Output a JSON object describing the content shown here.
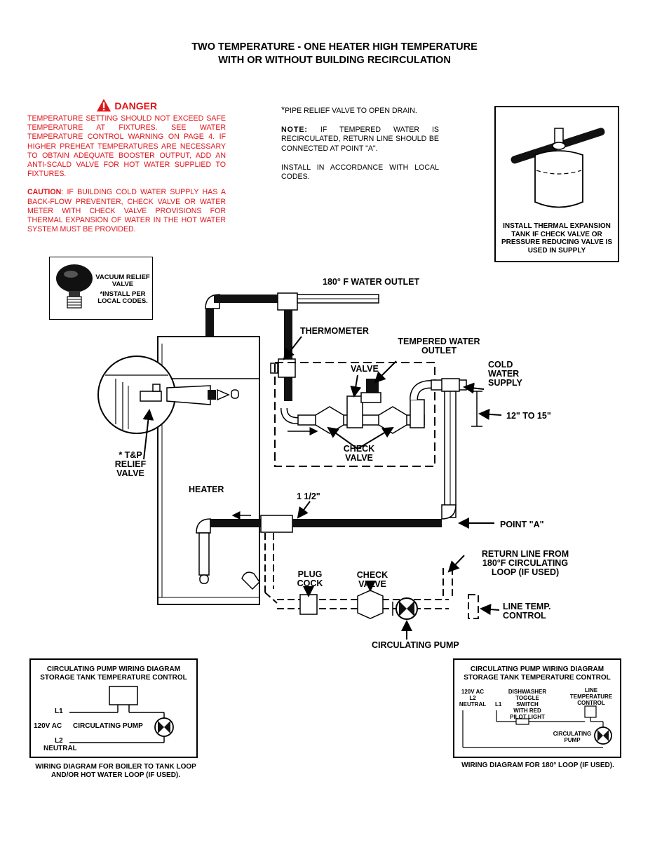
{
  "title": {
    "line1": "TWO TEMPERATURE - ONE HEATER HIGH TEMPERATURE",
    "line2": "WITH OR WITHOUT BUILDING RECIRCULATION"
  },
  "danger": {
    "heading": "DANGER",
    "body": "TEMPERATURE SETTING SHOULD NOT EXCEED SAFE TEMPERATURE AT FIXTURES. SEE WATER TEMPERATURE CONTROL WARNING ON PAGE 4. IF HIGHER PREHEAT TEMPERATURES ARE NECESSARY TO OBTAIN ADEQUATE BOOSTER OUTPUT, ADD AN ANTI-SCALD VALVE FOR HOT WATER SUPPLIED TO FIXTURES.",
    "caution_label": "CAUTION",
    "caution_body": ": IF BUILDING COLD WATER SUPPLY HAS A BACK-FLOW PREVENTER, CHECK VALVE OR WATER METER WITH CHECK VALVE PROVISIONS FOR THERMAL EXPANSION OF WATER IN THE HOT WATER SYSTEM MUST BE PROVIDED."
  },
  "notes": {
    "asterisk": "*",
    "relief": "PIPE RELIEF VALVE TO OPEN DRAIN.",
    "note_label": "NOTE:",
    "note_body": " IF TEMPERED WATER IS RECIRCULATED, RETURN LINE SHOULD BE CONNECTED AT POINT \"A\".",
    "install": "INSTALL IN ACCORDANCE WITH LOCAL CODES."
  },
  "expansion_tank": {
    "caption": "INSTALL THERMAL EXPANSION TANK IF CHECK VALVE OR PRESSURE REDUCING VALVE IS USED IN SUPPLY"
  },
  "vacuum_relief": {
    "label1": "VACUUM RELIEF",
    "label2": "VALVE",
    "note1": "*INSTALL PER",
    "note2": "LOCAL CODES."
  },
  "labels": {
    "outlet": "180° F WATER OUTLET",
    "thermometer": "THERMOMETER",
    "tempered1": "TEMPERED WATER",
    "tempered2": "OUTLET",
    "valve": "VALVE",
    "cold1": "COLD",
    "cold2": "WATER",
    "cold3": "SUPPLY",
    "dimension": "12\" TO 15\"",
    "check1": "CHECK",
    "check2": "VALVE",
    "tp1": "* T&P",
    "tp2": "RELIEF",
    "tp3": "VALVE",
    "heater": "HEATER",
    "pipe_size": "1 1/2\"",
    "point_a": "POINT \"A\"",
    "return1": "RETURN LINE FROM",
    "return2": "180°F CIRCULATING",
    "return3": "LOOP (IF USED)",
    "plug1": "PLUG",
    "plug2": "COCK",
    "check_b1": "CHECK",
    "check_b2": "VALVE",
    "line_temp1": "LINE TEMP.",
    "line_temp2": "CONTROL",
    "pump": "CIRCULATING PUMP"
  },
  "wiring_left": {
    "title1": "CIRCULATING PUMP WIRING DIAGRAM",
    "title2": "STORAGE TANK TEMPERATURE CONTROL",
    "l1": "L1",
    "volt": "120V AC",
    "pump": "CIRCULATING PUMP",
    "l2": "L2",
    "neutral": "NEUTRAL",
    "caption1": "WIRING DIAGRAM FOR BOILER TO TANK LOOP",
    "caption2": "AND/OR HOT WATER LOOP (IF USED)."
  },
  "wiring_right": {
    "title1": "CIRCULATING PUMP WIRING DIAGRAM",
    "title2": "STORAGE TANK TEMPERATURE CONTROL",
    "volt": "120V AC",
    "l2": "L2",
    "neutral": "NEUTRAL",
    "l1": "L1",
    "switch1": "DISHWASHER",
    "switch2": "TOGGLE",
    "switch3": "SWITCH",
    "switch4": "WITH RED",
    "switch5": "PILOT LIGHT",
    "line1": "LINE",
    "line2": "TEMPERATURE",
    "line3": "CONTROL",
    "pump1": "CIRCULATING",
    "pump2": "PUMP",
    "caption": "WIRING DIAGRAM FOR 180° LOOP (IF USED)."
  },
  "colors": {
    "danger": "#e0141a",
    "ink": "#000000"
  }
}
